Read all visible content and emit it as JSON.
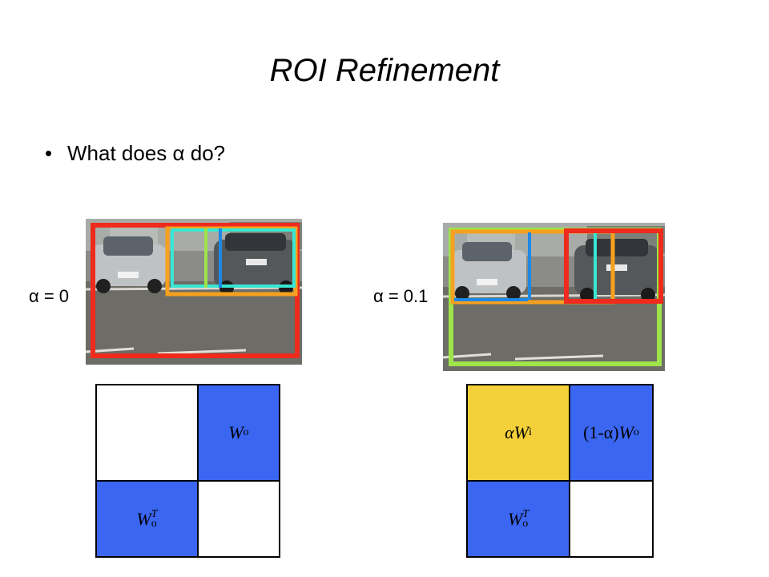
{
  "slide": {
    "title": "ROI Refinement",
    "bullet": "What does α do?"
  },
  "left": {
    "alpha_label": "α = 0",
    "matrix": {
      "top_right": {
        "base": "W",
        "sub": "o",
        "sup": ""
      },
      "bottom_left": {
        "base": "W",
        "sub": "o",
        "sup": "T"
      }
    }
  },
  "right": {
    "alpha_label": "α = 0.1",
    "matrix": {
      "top_left": {
        "prefix": "α",
        "base": "W",
        "sub": "i",
        "sup": ""
      },
      "top_right": {
        "prefix": "(1-α)",
        "base": "W",
        "sub": "o",
        "sup": ""
      },
      "bottom_left": {
        "base": "W",
        "sub": "o",
        "sup": "T"
      }
    }
  },
  "colors": {
    "blue_cell": "#3a66f2",
    "yellow_cell": "#f4d03a",
    "box_red": "#ee2b1c",
    "box_orange": "#f5a11f",
    "box_cyan": "#39e6d2",
    "box_lime": "#9ee44a",
    "box_blue": "#1e88e5",
    "box_green": "#86e05a"
  }
}
